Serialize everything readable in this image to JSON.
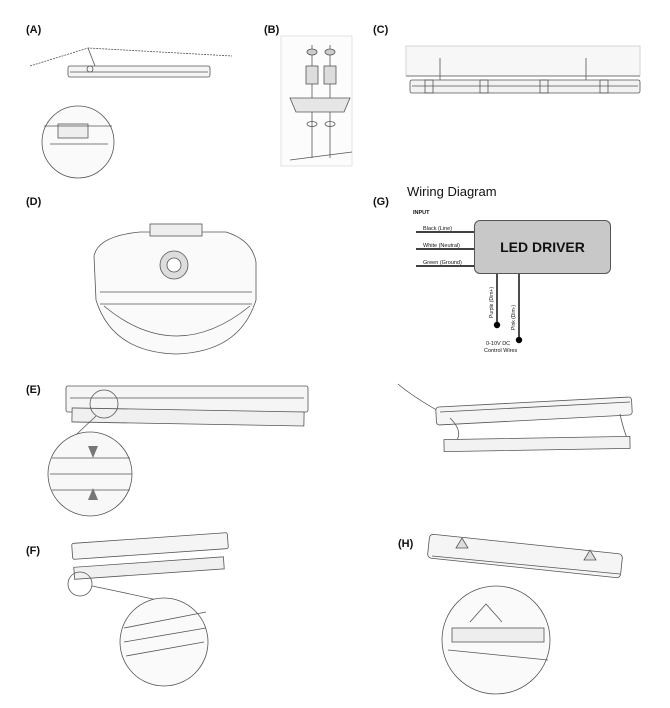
{
  "labels": {
    "a": "(A)",
    "b": "(B)",
    "c": "(C)",
    "d": "(D)",
    "e": "(E)",
    "f": "(F)",
    "g": "(G)",
    "h": "(H)"
  },
  "wiring": {
    "title": "Wiring Diagram",
    "input_label": "INPUT",
    "driver_label": "LED DRIVER",
    "wires": [
      "Black (Line)",
      "White (Neutral)",
      "Green (Ground)"
    ],
    "dim_wires": [
      "Purple (Dim+)",
      "Pink (Dim-)"
    ],
    "control_note_1": "0-10V DC",
    "control_note_2": "Control Wires"
  }
}
